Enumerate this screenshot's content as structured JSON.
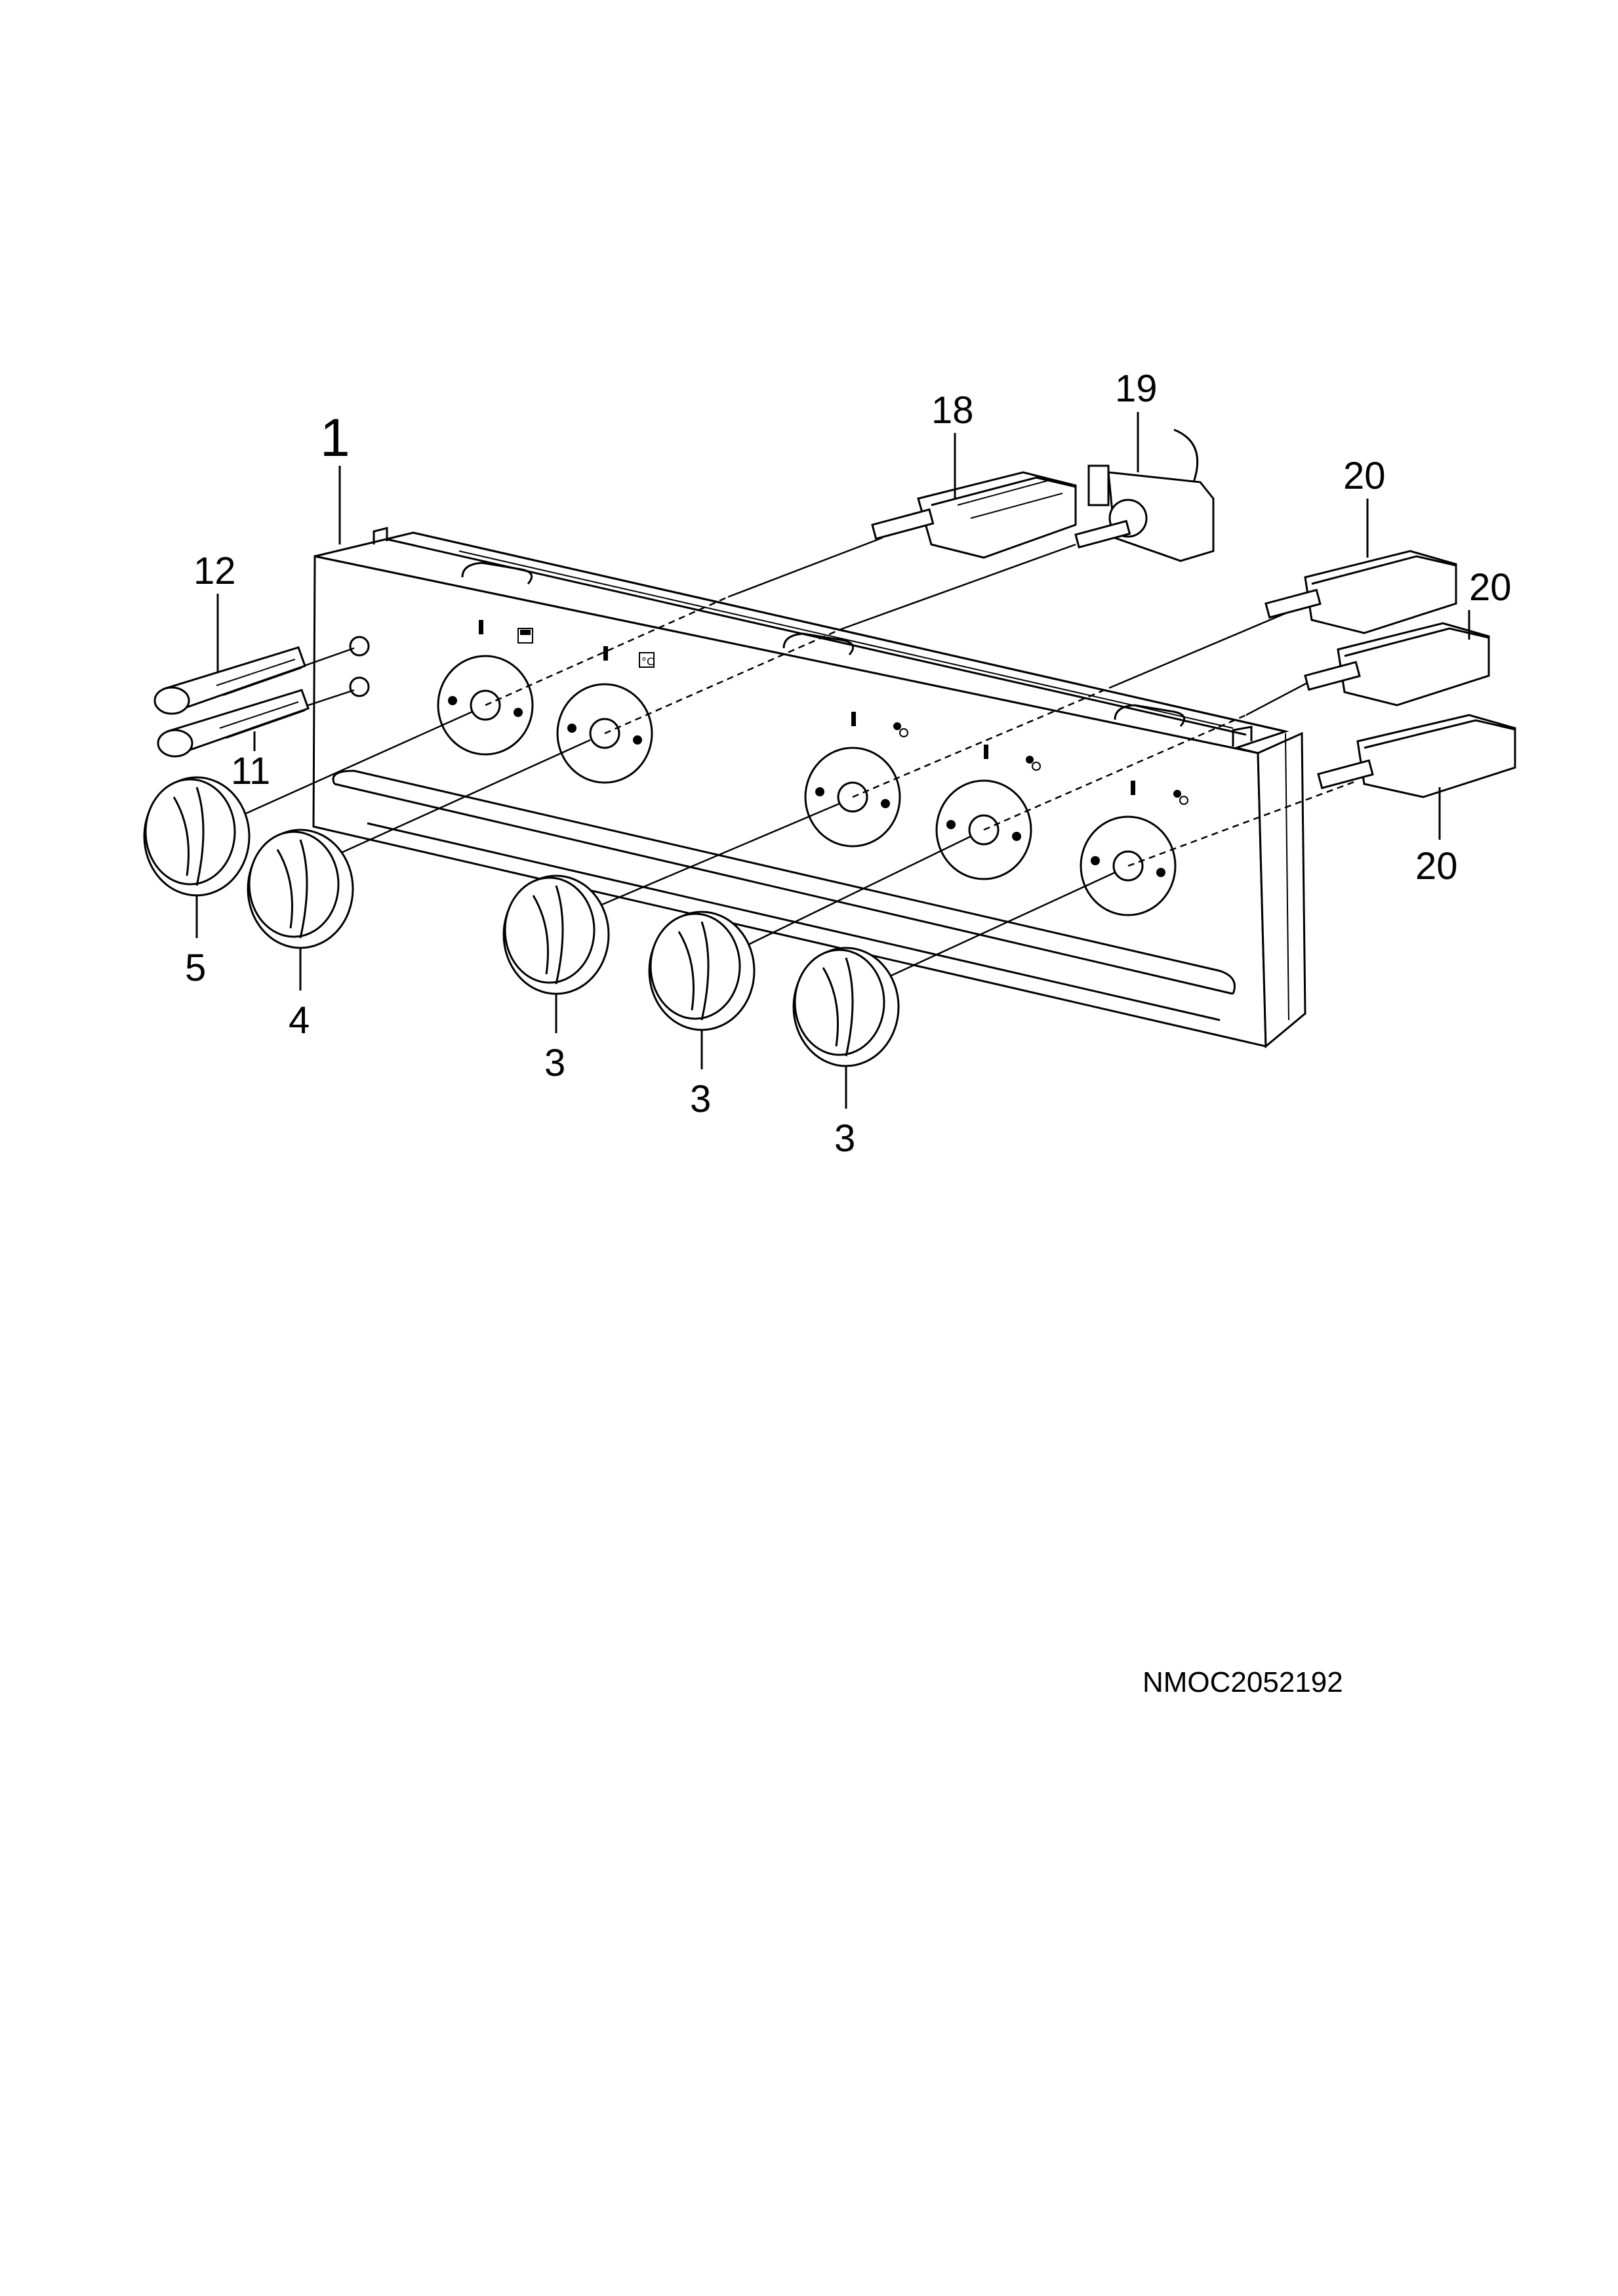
{
  "diagram": {
    "labels": {
      "panel": "1",
      "knob_small_1": "3",
      "knob_small_2": "3",
      "knob_small_3": "3",
      "knob_oven": "4",
      "knob_selector": "5",
      "indicator_lamp_lower": "11",
      "indicator_lamp_upper": "12",
      "switch_18": "18",
      "thermostat_19": "19",
      "burner_valve_top": "20",
      "burner_valve_middle": "20",
      "burner_valve_bottom": "20"
    },
    "reference_code": "NMOC2052192"
  }
}
